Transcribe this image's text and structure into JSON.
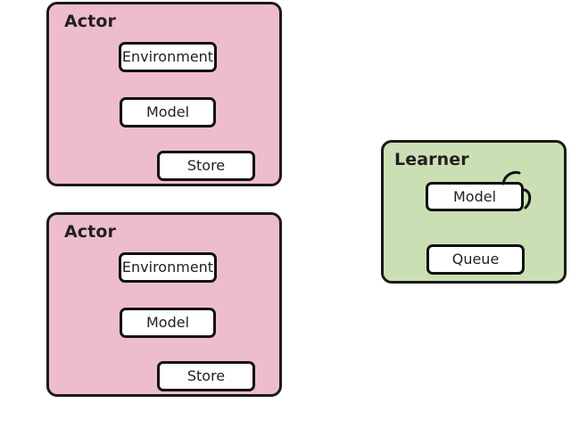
{
  "diagram": {
    "type": "block-diagram",
    "background": "#ffffff",
    "palette": {
      "actor_fill": "#eebdcd",
      "learner_fill": "#cbdfb4",
      "node_fill": "#ffffff",
      "stroke": "#111111",
      "text": "#231f20"
    },
    "groups": [
      {
        "id": "actor-1",
        "title": "Actor",
        "fill": "#eebdcd",
        "nodes": [
          {
            "id": "a1-env",
            "label": "Environment"
          },
          {
            "id": "a1-model",
            "label": "Model"
          },
          {
            "id": "a1-store",
            "label": "Store"
          }
        ]
      },
      {
        "id": "actor-2",
        "title": "Actor",
        "fill": "#eebdcd",
        "nodes": [
          {
            "id": "a2-env",
            "label": "Environment"
          },
          {
            "id": "a2-model",
            "label": "Model"
          },
          {
            "id": "a2-store",
            "label": "Store"
          }
        ]
      },
      {
        "id": "learner",
        "title": "Learner",
        "fill": "#cbdfb4",
        "nodes": [
          {
            "id": "l-model",
            "label": "Model",
            "annotation": "self-loop-arc"
          },
          {
            "id": "l-queue",
            "label": "Queue"
          }
        ]
      }
    ]
  }
}
